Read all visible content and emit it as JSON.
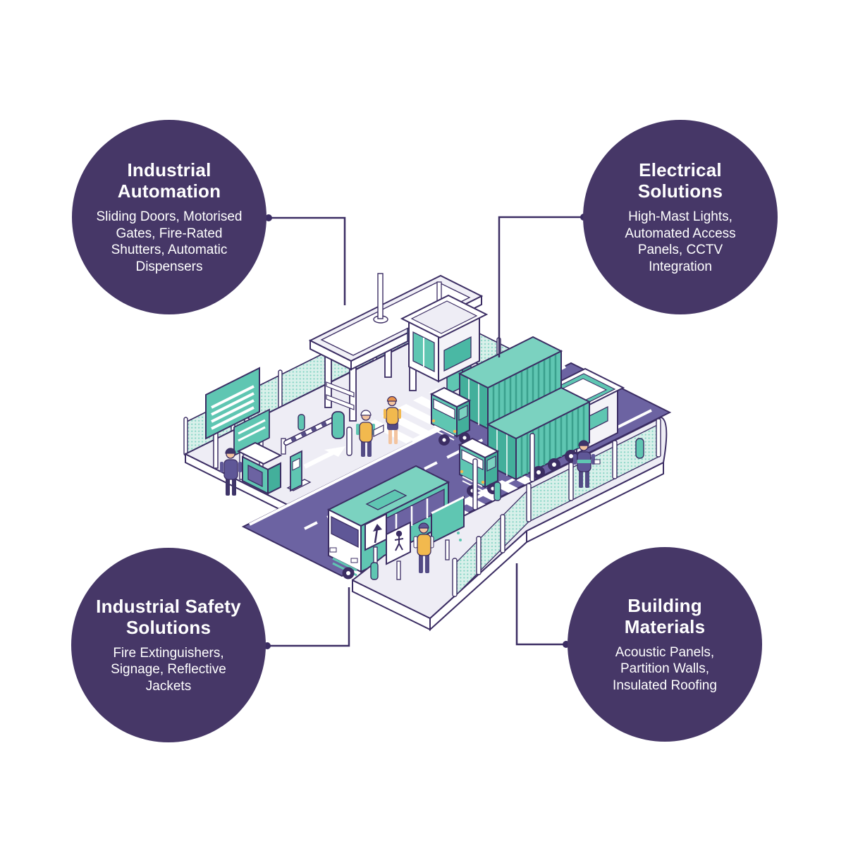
{
  "palette": {
    "bubble": "#463767",
    "ink": "#3b2d63",
    "road": "#6c63a2",
    "teal": "#5fc6b2",
    "teal_dark": "#43af9b",
    "mesh_light": "#d8f0ea",
    "accent_yellow": "#f2b94e",
    "platform": "#eeedf5"
  },
  "bubbles": [
    {
      "id": "industrial-automation",
      "title": "Industrial\nAutomation",
      "description": "Sliding Doors, Motorised\nGates, Fire-Rated\nShutters, Automatic\nDispensers"
    },
    {
      "id": "electrical-solutions",
      "title": "Electrical\nSolutions",
      "description": "High-Mast Lights,\nAutomated Access\nPanels, CCTV\nIntegration"
    },
    {
      "id": "industrial-safety-solutions",
      "title": "Industrial Safety\nSolutions",
      "description": "Fire Extinguishers,\nSignage, Reflective\nJackets"
    },
    {
      "id": "building-materials",
      "title": "Building\nMaterials",
      "description": "Acoustic Panels,\nPartition Walls,\nInsulated Roofing"
    }
  ],
  "illustration": {
    "label": "Isometric industrial checkpoint scene",
    "elements": "toll-gantry, security-booth, guard-house, container-trucks, city-bus, chain-link-fence, billboard, ticket-kiosk, boom-barrier, road markings, workers"
  }
}
